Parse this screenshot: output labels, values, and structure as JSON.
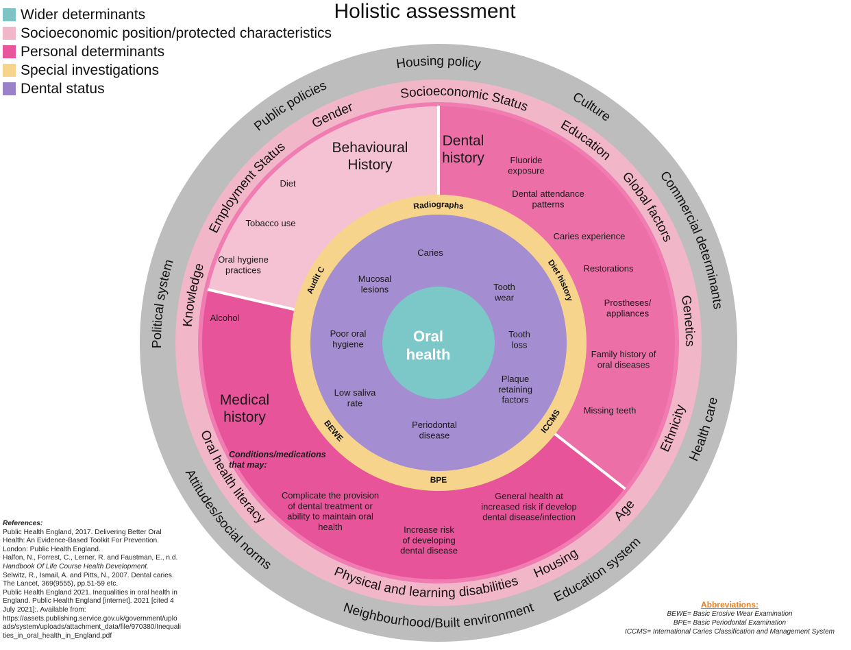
{
  "title": "Holistic assessment",
  "colors": {
    "wider": "#7fc4c4",
    "socioeconomic": "#f2b6c9",
    "personal": "#e9559a",
    "special": "#f7d48c",
    "dental_status": "#9a82c8",
    "outer_ring": "#bdbdbd",
    "behavioural_fill": "#f4c2d2",
    "dental_history_fill": "#ec6fa8",
    "medical_fill": "#e8549a",
    "purple_disc": "#a48dd0",
    "center": "#7cc7c7"
  },
  "legend": [
    {
      "label": "Wider determinants",
      "color": "#7fc4c4"
    },
    {
      "label": "Socioeconomic position/protected characteristics",
      "color": "#f2b6c9"
    },
    {
      "label": "Personal determinants",
      "color": "#e9559a"
    },
    {
      "label": "Special investigations",
      "color": "#f7d48c"
    },
    {
      "label": "Dental status",
      "color": "#9a82c8"
    }
  ],
  "outer_ring_labels": [
    "Housing policy",
    "Culture",
    "Commercial determinants",
    "Health care",
    "Education system",
    "Neighbourhood/Built environment",
    "Attitudes/social norms",
    "Political system",
    "Public policies"
  ],
  "pink_ring_labels": [
    "Socioeconomic Status",
    "Education",
    "Global factors",
    "Genetics",
    "Ethnicity",
    "Age",
    "Housing",
    "Physical and learning disabilities",
    "Oral health literacy",
    "Knowledge",
    "Employment Status",
    "Gender"
  ],
  "behavioural": {
    "title_line1": "Behavioural",
    "title_line2": "History",
    "items": [
      {
        "lines": [
          "Diet"
        ]
      },
      {
        "lines": [
          "Tobacco use"
        ]
      },
      {
        "lines": [
          "Oral hygiene",
          "practices"
        ]
      },
      {
        "lines": [
          "Alcohol"
        ]
      }
    ]
  },
  "dental_history": {
    "title_line1": "Dental",
    "title_line2": "history",
    "items": [
      {
        "lines": [
          "Fluoride",
          "exposure"
        ]
      },
      {
        "lines": [
          "Dental attendance",
          "patterns"
        ]
      },
      {
        "lines": [
          "Caries experience"
        ]
      },
      {
        "lines": [
          "Restorations"
        ]
      },
      {
        "lines": [
          "Prostheses/",
          "appliances"
        ]
      },
      {
        "lines": [
          "Family history of",
          "oral diseases"
        ]
      },
      {
        "lines": [
          "Missing teeth"
        ]
      }
    ]
  },
  "medical": {
    "title_line1": "Medical",
    "title_line2": "history",
    "subtitle_line1": "Conditions/medications",
    "subtitle_line2": "that may:",
    "items": [
      {
        "lines": [
          "Complicate the provision",
          "of dental treatment or",
          "ability to maintain  oral",
          "health"
        ]
      },
      {
        "lines": [
          "Increase risk",
          "of developing",
          "dental disease"
        ]
      },
      {
        "lines": [
          "General health at",
          "increased risk if develop",
          "dental disease/infection"
        ]
      }
    ]
  },
  "special_investigations": [
    "Radiographs",
    "Diet history",
    "ICCMS",
    "BPE",
    "BEWE",
    "Audit C"
  ],
  "dental_status": [
    {
      "lines": [
        "Caries"
      ]
    },
    {
      "lines": [
        "Tooth",
        "wear"
      ]
    },
    {
      "lines": [
        "Tooth",
        "loss"
      ]
    },
    {
      "lines": [
        "Plaque",
        "retaining",
        "factors"
      ]
    },
    {
      "lines": [
        "Periodontal",
        "disease"
      ]
    },
    {
      "lines": [
        "Low saliva",
        "rate"
      ]
    },
    {
      "lines": [
        "Poor oral",
        "hygiene"
      ]
    },
    {
      "lines": [
        "Mucosal",
        "lesions"
      ]
    }
  ],
  "center": {
    "line1": "Oral",
    "line2": "health"
  },
  "references": {
    "title": "References:",
    "lines": [
      "Public Health England, 2017. Delivering Better Oral",
      "Health: An Evidence-Based Toolkit For Prevention.",
      "London: Public Health England.",
      "Halfon, N., Forrest, C., Lerner, R. and Faustman, E., n.d.",
      "Handbook Of Life Course Health Development.",
      "Selwitz, R., Ismail, A. and Pitts, N., 2007. Dental caries.",
      "The Lancet, 369(9555), pp.51-59 etc.",
      "Public Health England 2021. Inequalities in oral health in",
      "England. Public Health England [internet]. 2021 [cited 4",
      "July 2021]:. Available from:",
      "https://assets.publishing.service.gov.uk/government/uplo",
      "ads/system/uploads/attachment_data/file/970380/Inequali",
      "ties_in_oral_health_in_England.pdf"
    ]
  },
  "abbreviations": {
    "title": "Abbreviations:",
    "lines": [
      "BEWE= Basic Erosive Wear Examination",
      "BPE= Basic Periodontal Examination",
      "ICCMS= International Caries Classification and Management System"
    ]
  }
}
